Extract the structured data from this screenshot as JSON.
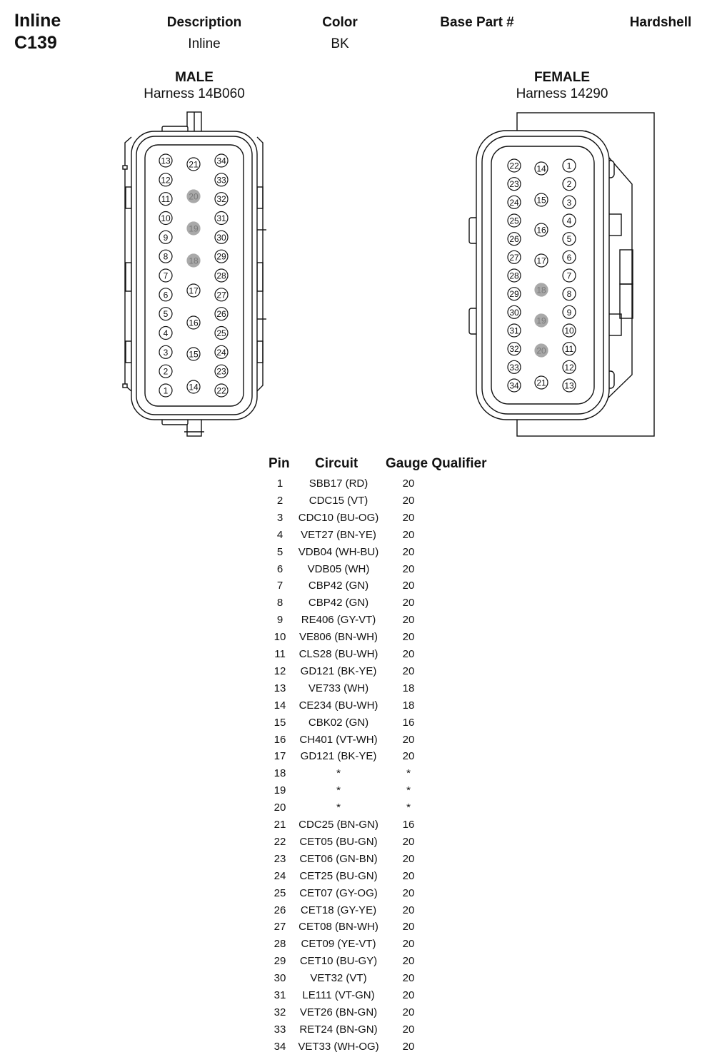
{
  "header": {
    "title_line1": "Inline",
    "title_line2": "C139",
    "description_label": "Description",
    "description_value": "Inline",
    "color_label": "Color",
    "color_value": "BK",
    "base_part_label": "Base Part #",
    "hardshell_label": "Hardshell"
  },
  "male": {
    "title": "MALE",
    "harness": "Harness 14B060",
    "columns": [
      [
        "13",
        "12",
        "11",
        "10",
        "9",
        "8",
        "7",
        "6",
        "5",
        "4",
        "3",
        "2",
        "1"
      ],
      [
        "21",
        "20",
        "19",
        "18",
        "17",
        "16",
        "15",
        "14"
      ],
      [
        "34",
        "33",
        "32",
        "31",
        "30",
        "29",
        "28",
        "27",
        "26",
        "25",
        "24",
        "23",
        "22"
      ]
    ],
    "gray_pins": [
      "18",
      "19",
      "20"
    ]
  },
  "female": {
    "title": "FEMALE",
    "harness": "Harness 14290",
    "columns": [
      [
        "22",
        "23",
        "24",
        "25",
        "26",
        "27",
        "28",
        "29",
        "30",
        "31",
        "32",
        "33",
        "34"
      ],
      [
        "14",
        "15",
        "16",
        "17",
        "18",
        "19",
        "20",
        "21"
      ],
      [
        "1",
        "2",
        "3",
        "4",
        "5",
        "6",
        "7",
        "8",
        "9",
        "10",
        "11",
        "12",
        "13"
      ]
    ],
    "gray_pins": [
      "18",
      "19",
      "20"
    ]
  },
  "table": {
    "headers": {
      "pin": "Pin",
      "circuit": "Circuit",
      "gauge": "Gauge Qualifier"
    },
    "rows": [
      {
        "pin": "1",
        "circuit": "SBB17 (RD)",
        "gauge": "20"
      },
      {
        "pin": "2",
        "circuit": "CDC15 (VT)",
        "gauge": "20"
      },
      {
        "pin": "3",
        "circuit": "CDC10 (BU-OG)",
        "gauge": "20"
      },
      {
        "pin": "4",
        "circuit": "VET27 (BN-YE)",
        "gauge": "20"
      },
      {
        "pin": "5",
        "circuit": "VDB04 (WH-BU)",
        "gauge": "20"
      },
      {
        "pin": "6",
        "circuit": "VDB05 (WH)",
        "gauge": "20"
      },
      {
        "pin": "7",
        "circuit": "CBP42 (GN)",
        "gauge": "20"
      },
      {
        "pin": "8",
        "circuit": "CBP42 (GN)",
        "gauge": "20"
      },
      {
        "pin": "9",
        "circuit": "RE406 (GY-VT)",
        "gauge": "20"
      },
      {
        "pin": "10",
        "circuit": "VE806 (BN-WH)",
        "gauge": "20"
      },
      {
        "pin": "11",
        "circuit": "CLS28 (BU-WH)",
        "gauge": "20"
      },
      {
        "pin": "12",
        "circuit": "GD121 (BK-YE)",
        "gauge": "20"
      },
      {
        "pin": "13",
        "circuit": "VE733 (WH)",
        "gauge": "18"
      },
      {
        "pin": "14",
        "circuit": "CE234 (BU-WH)",
        "gauge": "18"
      },
      {
        "pin": "15",
        "circuit": "CBK02 (GN)",
        "gauge": "16"
      },
      {
        "pin": "16",
        "circuit": "CH401 (VT-WH)",
        "gauge": "20"
      },
      {
        "pin": "17",
        "circuit": "GD121 (BK-YE)",
        "gauge": "20"
      },
      {
        "pin": "18",
        "circuit": "*",
        "gauge": "*"
      },
      {
        "pin": "19",
        "circuit": "*",
        "gauge": "*"
      },
      {
        "pin": "20",
        "circuit": "*",
        "gauge": "*"
      },
      {
        "pin": "21",
        "circuit": "CDC25 (BN-GN)",
        "gauge": "16"
      },
      {
        "pin": "22",
        "circuit": "CET05 (BU-GN)",
        "gauge": "20"
      },
      {
        "pin": "23",
        "circuit": "CET06 (GN-BN)",
        "gauge": "20"
      },
      {
        "pin": "24",
        "circuit": "CET25 (BU-GN)",
        "gauge": "20"
      },
      {
        "pin": "25",
        "circuit": "CET07 (GY-OG)",
        "gauge": "20"
      },
      {
        "pin": "26",
        "circuit": "CET18 (GY-YE)",
        "gauge": "20"
      },
      {
        "pin": "27",
        "circuit": "CET08 (BN-WH)",
        "gauge": "20"
      },
      {
        "pin": "28",
        "circuit": "CET09 (YE-VT)",
        "gauge": "20"
      },
      {
        "pin": "29",
        "circuit": "CET10 (BU-GY)",
        "gauge": "20"
      },
      {
        "pin": "30",
        "circuit": "VET32 (VT)",
        "gauge": "20"
      },
      {
        "pin": "31",
        "circuit": "LE111 (VT-GN)",
        "gauge": "20"
      },
      {
        "pin": "32",
        "circuit": "VET26 (BN-GN)",
        "gauge": "20"
      },
      {
        "pin": "33",
        "circuit": "RET24 (BN-GN)",
        "gauge": "20"
      },
      {
        "pin": "34",
        "circuit": "VET33 (WH-OG)",
        "gauge": "20"
      }
    ]
  },
  "colors": {
    "line": "#111111",
    "gray_pin": "#a9a9a9",
    "background": "#ffffff"
  }
}
